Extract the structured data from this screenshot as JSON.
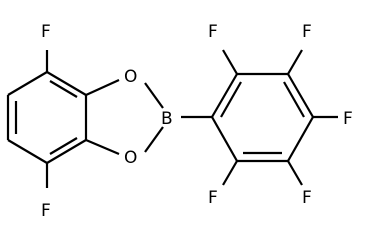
{
  "molecule": {
    "atoms": {
      "f_top_left": "F",
      "f_bottom_left": "F",
      "o_upper": "O",
      "o_lower": "O",
      "b": "B",
      "f_ring_top_left": "F",
      "f_ring_top_right": "F",
      "f_ring_right": "F",
      "f_ring_bottom_right": "F",
      "f_ring_bottom_left": "F"
    }
  }
}
